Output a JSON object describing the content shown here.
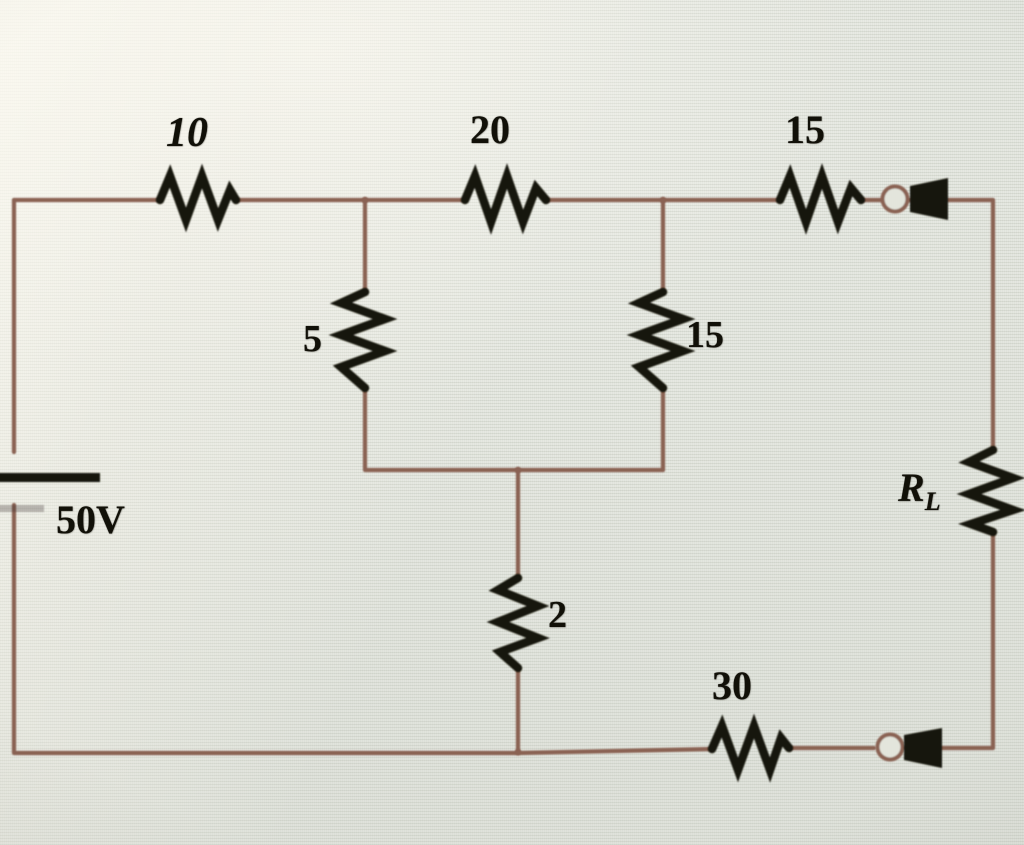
{
  "diagram": {
    "title": "Resistive network with load resistor R_L",
    "background_color": "#dde0d7",
    "wire_color": "#8a6253",
    "symbol_color": "#141209"
  },
  "source": {
    "type": "dc-voltage-source",
    "label": "50V"
  },
  "resistors": {
    "r_top_left": {
      "label": "10",
      "orientation": "horizontal"
    },
    "r_top_middle": {
      "label": "20",
      "orientation": "horizontal"
    },
    "r_top_right": {
      "label": "15",
      "orientation": "horizontal"
    },
    "r_mid_left": {
      "label": "5",
      "orientation": "vertical"
    },
    "r_mid_right": {
      "label": "15",
      "orientation": "vertical"
    },
    "r_stem": {
      "label": "2",
      "orientation": "vertical"
    },
    "r_bottom": {
      "label": "30",
      "orientation": "horizontal"
    },
    "r_load": {
      "label_main": "R",
      "label_sub": "L",
      "orientation": "vertical"
    }
  },
  "terminals": {
    "top_terminal": "open-terminal-node",
    "bottom_terminal": "open-terminal-node"
  }
}
